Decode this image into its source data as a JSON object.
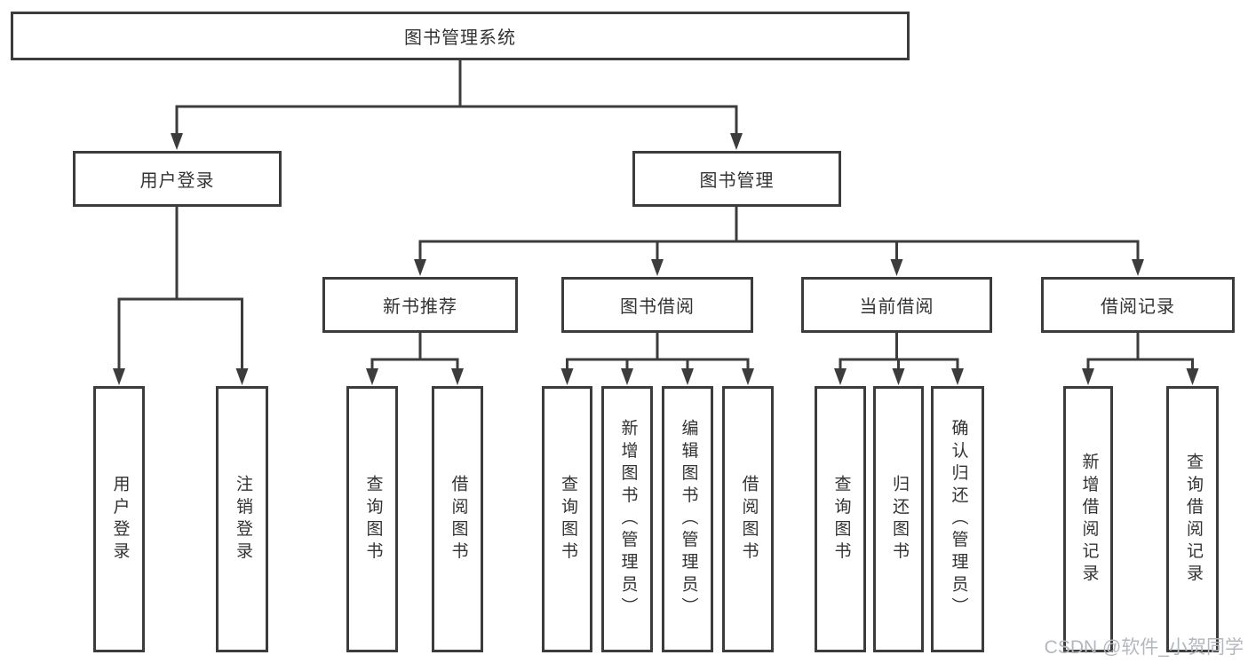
{
  "title": "图书管理系统",
  "watermark": "CSDN @软件_小贺同学",
  "colors": {
    "line": "#3c3c3c",
    "text": "#333333",
    "box_bg": "#ffffff",
    "watermark": "#b3b7be"
  },
  "tree": {
    "label": "图书管理系统",
    "children": [
      {
        "label": "用户登录",
        "children": [
          {
            "label": "用户登录"
          },
          {
            "label": "注销登录"
          }
        ]
      },
      {
        "label": "图书管理",
        "children": [
          {
            "label": "新书推荐",
            "children": [
              {
                "label": "查询图书"
              },
              {
                "label": "借阅图书"
              }
            ]
          },
          {
            "label": "图书借阅",
            "children": [
              {
                "label": "查询图书"
              },
              {
                "label": "新增图书（管理员）"
              },
              {
                "label": "编辑图书（管理员）"
              },
              {
                "label": "借阅图书"
              }
            ]
          },
          {
            "label": "当前借阅",
            "children": [
              {
                "label": "查询图书"
              },
              {
                "label": "归还图书"
              },
              {
                "label": "确认归还（管理员）"
              }
            ]
          },
          {
            "label": "借阅记录",
            "children": [
              {
                "label": "新增借阅记录"
              },
              {
                "label": "查询借阅记录"
              }
            ]
          }
        ]
      }
    ]
  }
}
